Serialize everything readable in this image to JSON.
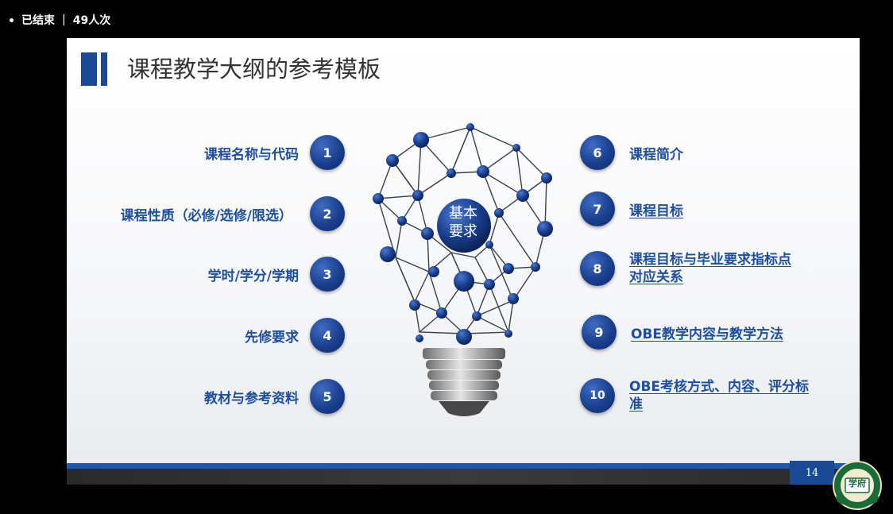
{
  "status": {
    "state": "已结束",
    "separator": "|",
    "viewers": "49人次"
  },
  "slide": {
    "title": "课程教学大纲的参考模板",
    "center_label_line1": "基本",
    "center_label_line2": "要求",
    "page_number": "14",
    "colors": {
      "accent": "#1a4a95",
      "text_blue": "#1d4f9e",
      "bottom_bar": "#1f57ad"
    },
    "left_items": [
      {
        "num": "1",
        "label": "课程名称与代码"
      },
      {
        "num": "2",
        "label": "课程性质（必修/选修/限选）"
      },
      {
        "num": "3",
        "label": "学时/学分/学期"
      },
      {
        "num": "4",
        "label": "先修要求"
      },
      {
        "num": "5",
        "label": "教材与参考资料"
      }
    ],
    "right_items": [
      {
        "num": "6",
        "label": "课程简介"
      },
      {
        "num": "7",
        "label": "课程目标"
      },
      {
        "num": "8",
        "label": "课程目标与毕业要求指标点对应关系"
      },
      {
        "num": "9",
        "label": "OBE教学内容与教学方法"
      },
      {
        "num": "10",
        "label": "OBE考核方式、内容、评分标准"
      }
    ]
  },
  "logo": {
    "icon": "school-emblem-icon",
    "text": "学府"
  }
}
